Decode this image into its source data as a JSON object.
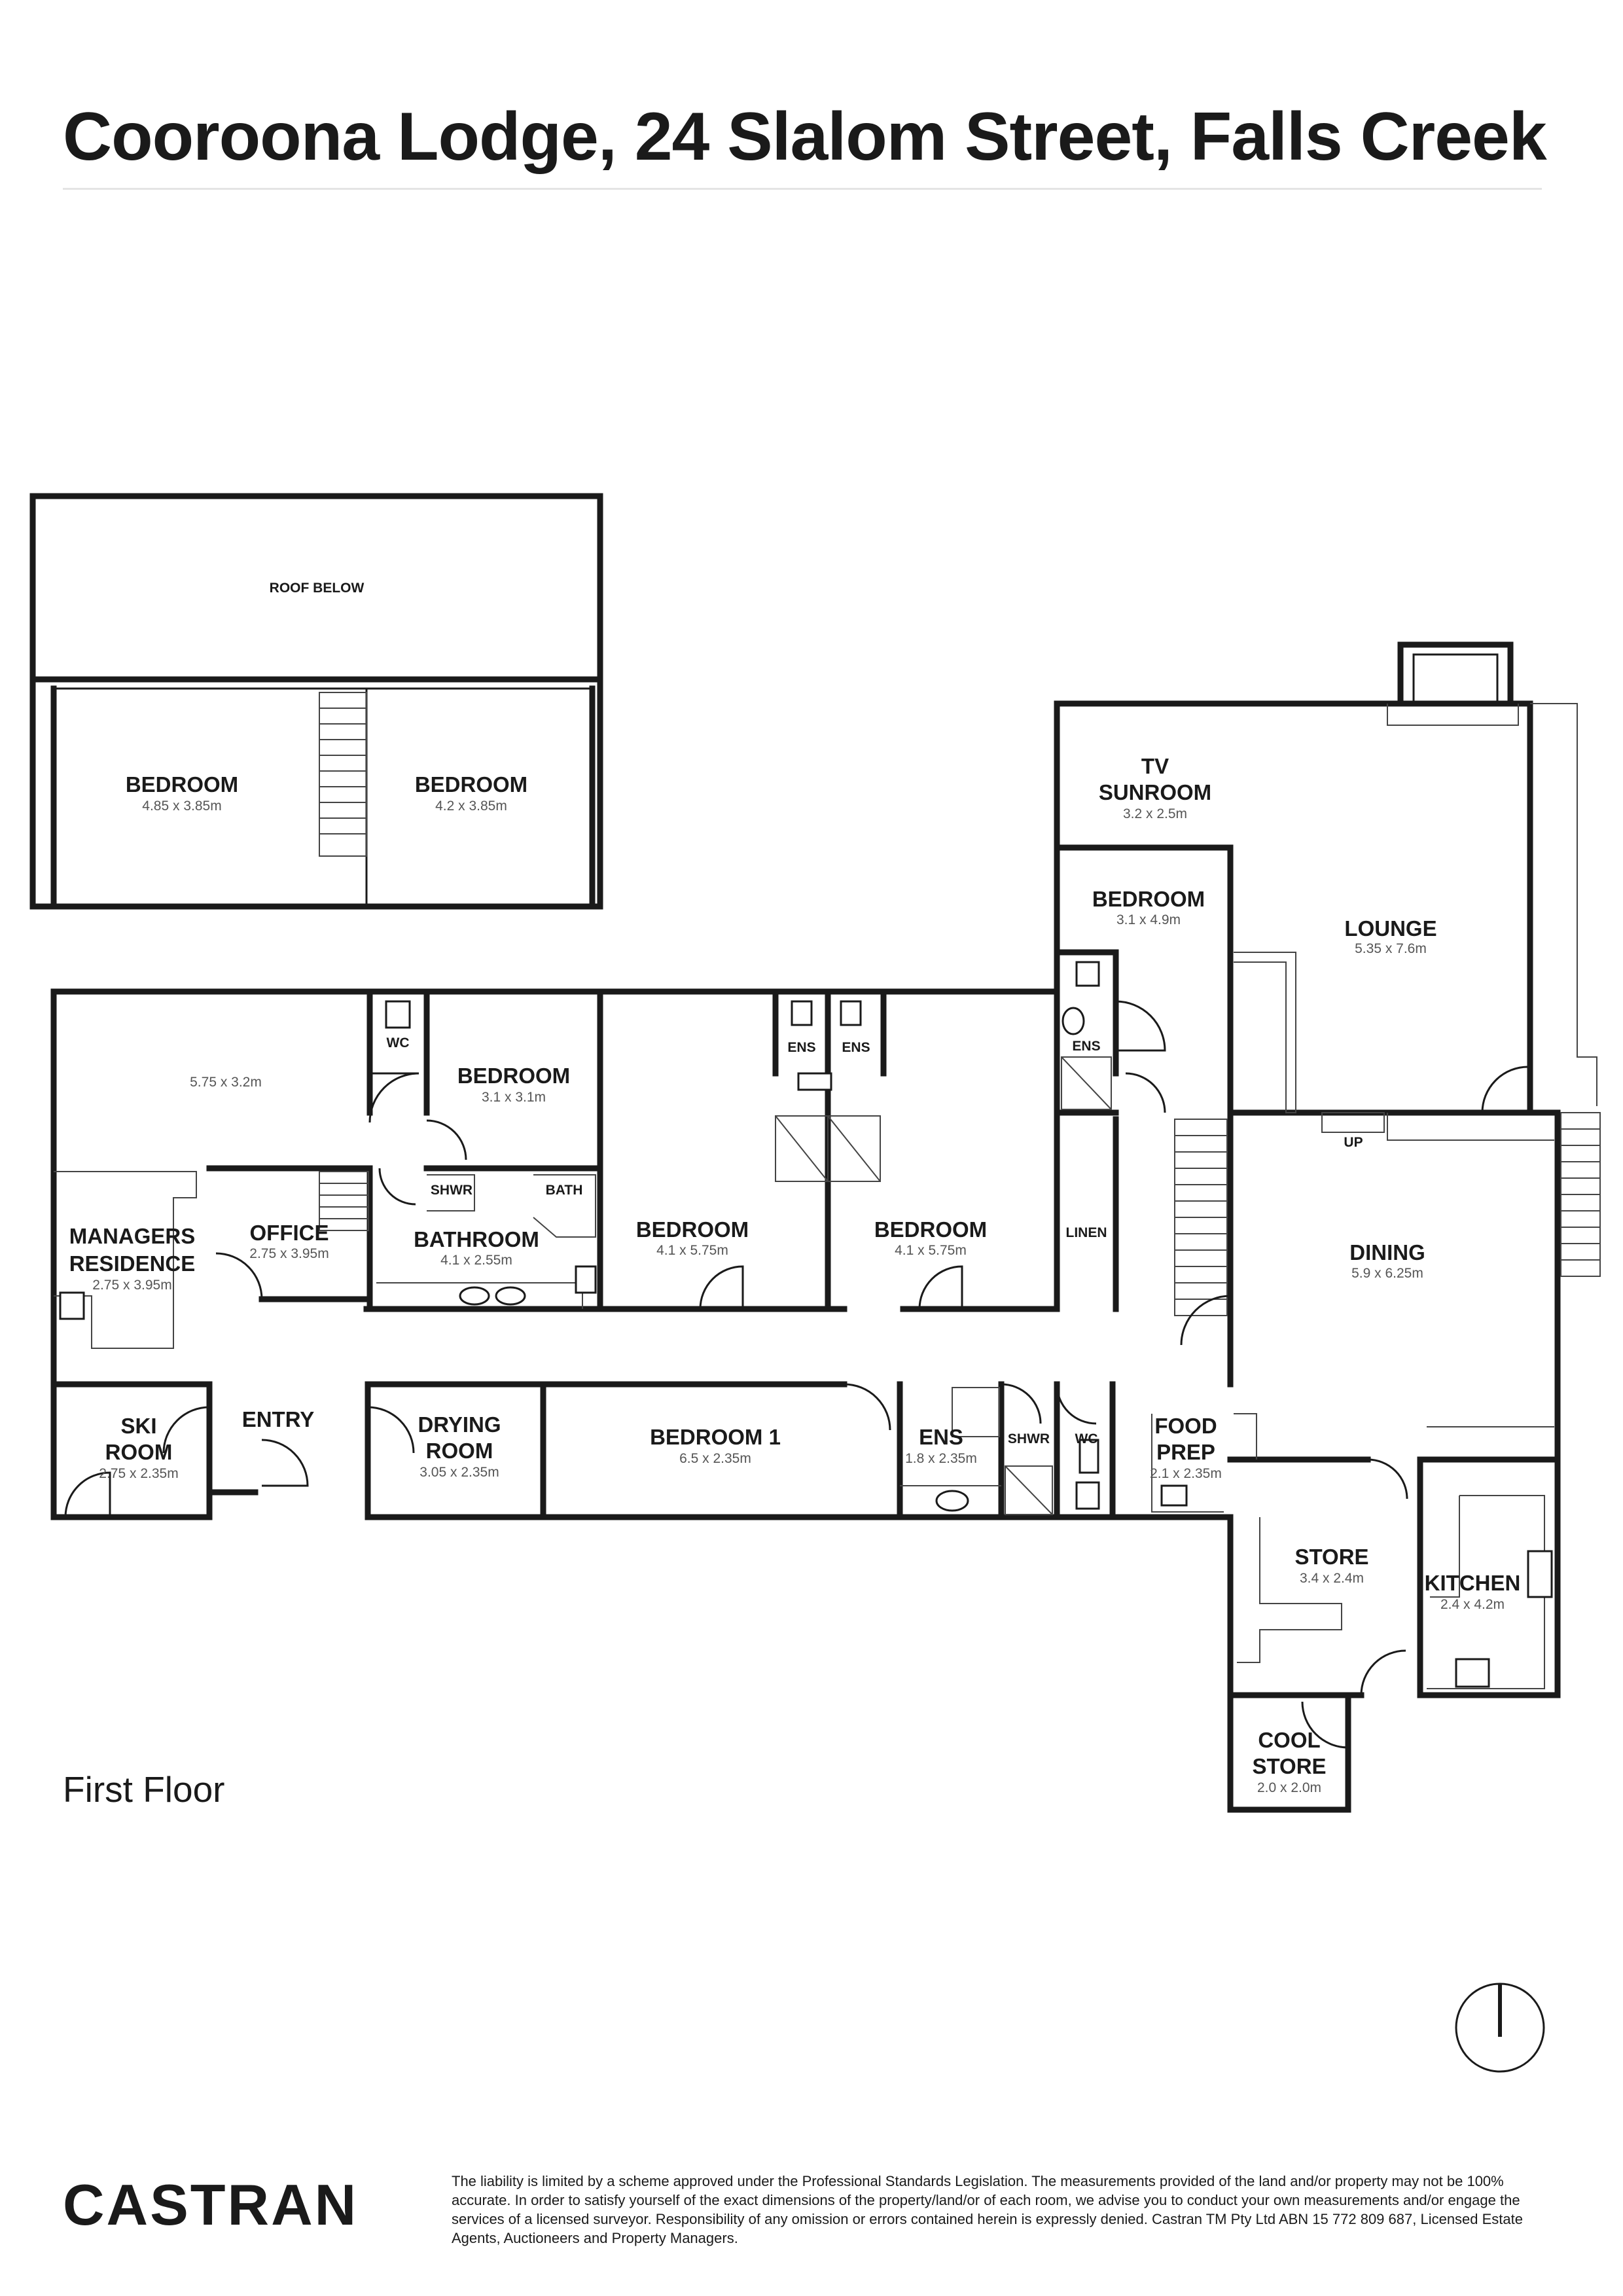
{
  "header": {
    "title": "Cooroona Lodge, 24 Slalom Street, Falls Creek"
  },
  "floor_label": "First Floor",
  "rooms": {
    "roof": {
      "name": "ROOF BELOW"
    },
    "bed_upper_left": {
      "name": "BEDROOM",
      "dim": "4.85 x 3.85m"
    },
    "bed_upper_right": {
      "name": "BEDROOM",
      "dim": "4.2 x 3.85m"
    },
    "tv_sunroom": {
      "name1": "TV",
      "name2": "SUNROOM",
      "dim": "3.2 x 2.5m"
    },
    "bed_right": {
      "name": "BEDROOM",
      "dim": "3.1 x 4.9m"
    },
    "lounge": {
      "name": "LOUNGE",
      "dim": "5.35 x 7.6m"
    },
    "ens_right": {
      "name": "ENS"
    },
    "managers": {
      "dim_top": "5.75 x 3.2m",
      "name1": "MANAGERS",
      "name2": "RESIDENCE",
      "dim": "2.75 x 3.95m"
    },
    "wc_top": {
      "name": "WC"
    },
    "bed_31": {
      "name": "BEDROOM",
      "dim": "3.1 x 3.1m"
    },
    "ens_a": {
      "name": "ENS"
    },
    "ens_b": {
      "name": "ENS"
    },
    "office": {
      "name": "OFFICE",
      "dim": "2.75 x 3.95m"
    },
    "shwr_top": {
      "name": "SHWR"
    },
    "bath": {
      "name": "BATH"
    },
    "bathroom": {
      "name": "BATHROOM",
      "dim": "4.1 x 2.55m"
    },
    "bed_mid_a": {
      "name": "BEDROOM",
      "dim": "4.1 x 5.75m"
    },
    "bed_mid_b": {
      "name": "BEDROOM",
      "dim": "4.1 x 5.75m"
    },
    "linen": {
      "name": "LINEN"
    },
    "up": {
      "name": "UP"
    },
    "dining": {
      "name": "DINING",
      "dim": "5.9 x 6.25m"
    },
    "ski_room": {
      "name1": "SKI",
      "name2": "ROOM",
      "dim": "2.75 x 2.35m"
    },
    "entry": {
      "name": "ENTRY"
    },
    "drying": {
      "name1": "DRYING",
      "name2": "ROOM",
      "dim": "3.05 x 2.35m"
    },
    "bedroom1": {
      "name": "BEDROOM 1",
      "dim": "6.5 x 2.35m"
    },
    "ens_bottom": {
      "name": "ENS",
      "dim": "1.8 x 2.35m"
    },
    "shwr_bottom": {
      "name": "SHWR"
    },
    "wc_bottom": {
      "name": "WC"
    },
    "food_prep": {
      "name1": "FOOD",
      "name2": "PREP",
      "dim": "2.1 x 2.35m"
    },
    "store": {
      "name": "STORE",
      "dim": "3.4 x 2.4m"
    },
    "kitchen": {
      "name": "KITCHEN",
      "dim": "2.4 x 4.2m"
    },
    "cool_store": {
      "name1": "COOL",
      "name2": "STORE",
      "dim": "2.0 x 2.0m"
    }
  },
  "footer": {
    "logo": "CASTRAN",
    "disclaimer": "The liability is limited by a scheme approved under the Professional Standards Legislation. The measurements provided of the land and/or property may not be 100% accurate. In order to satisfy yourself of the exact dimensions of the property/land/or of each room, we advise you to conduct your own measurements and/or engage the services of a licensed surveyor. Responsibility of any omission or errors contained herein is expressly denied. Castran TM Pty Ltd ABN 15 772 809 687, Licensed Estate Agents, Auctioneers and Property Managers."
  }
}
